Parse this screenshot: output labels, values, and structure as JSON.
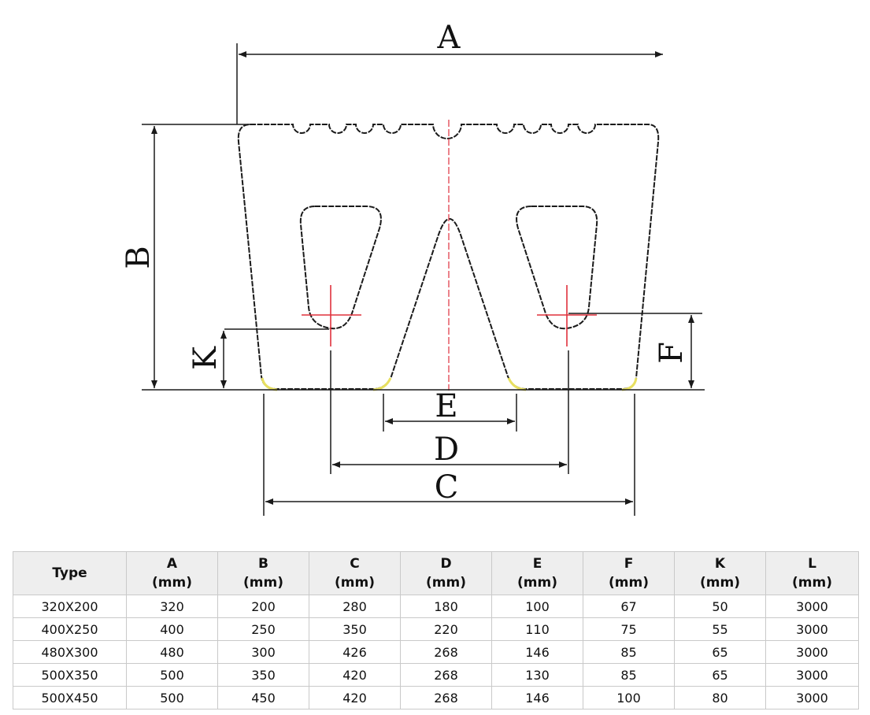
{
  "diagram": {
    "labels": {
      "A": "A",
      "B": "B",
      "C": "C",
      "D": "D",
      "E": "E",
      "F": "F",
      "K": "K"
    },
    "colors": {
      "outline": "#1a1a1a",
      "dimension": "#1a1a1a",
      "centerline": "#e0303c",
      "corner_marker": "#e8e060"
    }
  },
  "table": {
    "headers": [
      {
        "name": "Type",
        "unit": ""
      },
      {
        "name": "A",
        "unit": "(mm)"
      },
      {
        "name": "B",
        "unit": "(mm)"
      },
      {
        "name": "C",
        "unit": "(mm)"
      },
      {
        "name": "D",
        "unit": "(mm)"
      },
      {
        "name": "E",
        "unit": "(mm)"
      },
      {
        "name": "F",
        "unit": "(mm)"
      },
      {
        "name": "K",
        "unit": "(mm)"
      },
      {
        "name": "L",
        "unit": "(mm)"
      }
    ],
    "rows": [
      [
        "320X200",
        "320",
        "200",
        "280",
        "180",
        "100",
        "67",
        "50",
        "3000"
      ],
      [
        "400X250",
        "400",
        "250",
        "350",
        "220",
        "110",
        "75",
        "55",
        "3000"
      ],
      [
        "480X300",
        "480",
        "300",
        "426",
        "268",
        "146",
        "85",
        "65",
        "3000"
      ],
      [
        "500X350",
        "500",
        "350",
        "420",
        "268",
        "130",
        "85",
        "65",
        "3000"
      ],
      [
        "500X450",
        "500",
        "450",
        "420",
        "268",
        "146",
        "100",
        "80",
        "3000"
      ]
    ]
  }
}
